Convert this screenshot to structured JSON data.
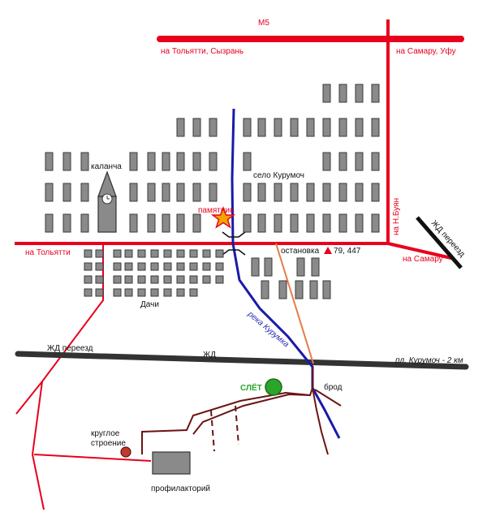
{
  "colors": {
    "main_road": "#e8001c",
    "railway": "#333333",
    "river": "#1a1aa8",
    "dirt_road": "#6b1414",
    "path": "#e87a4a",
    "building": "#8a8a8a",
    "camp": "#2aa52a"
  },
  "labels": {
    "highway": "М5",
    "to_tolyatti_syzran": "на Тольятти, Сызрань",
    "to_samara_ufa": "на Самару, Уфу",
    "kalancha": "каланча",
    "village": "село Курумоч",
    "monument": "памятник",
    "to_n_buyan": "на Н.Буян",
    "rail_crossing_ne": "ЖД переезд",
    "to_tolyatti": "на Тольятти",
    "bus_stop": "остановка",
    "bus_routes": "79, 447",
    "to_samara": "на Самару",
    "dachi": "Дачи",
    "river_name": "река Курумка",
    "rail_crossing_w": "ЖД переезд",
    "railway": "ЖД",
    "platform": "пл. Курумоч - 2 км",
    "camp": "СЛЁТ",
    "ford": "брод",
    "round_building_1": "круглое",
    "round_building_2": "строение",
    "sanatorium": "профилакторий"
  },
  "icons": [
    "star-icon",
    "bus-stop-icon",
    "tower-icon"
  ]
}
